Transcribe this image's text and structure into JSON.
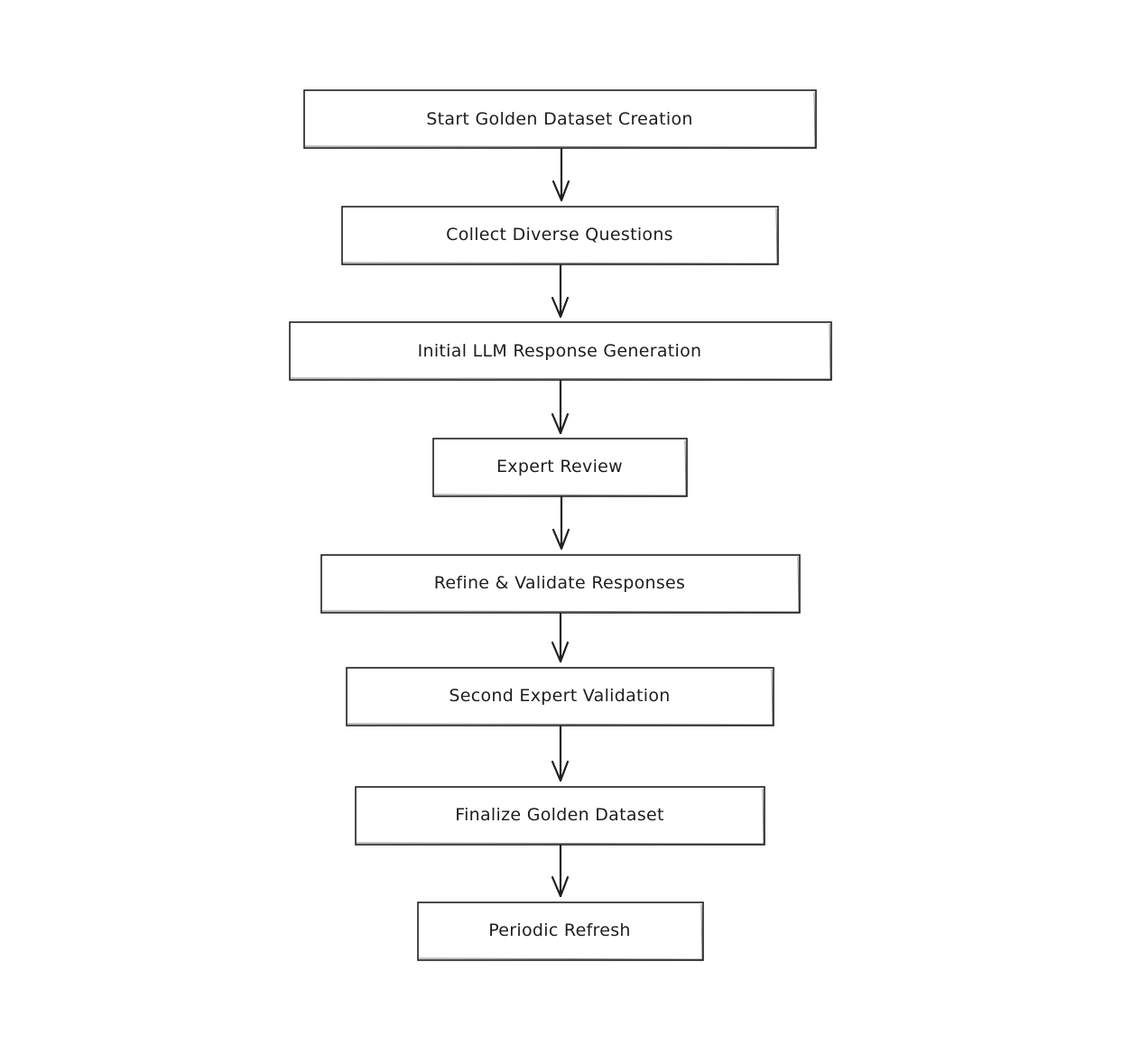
{
  "flowchart": {
    "steps": [
      {
        "id": "start",
        "label": "Start Golden Dataset Creation"
      },
      {
        "id": "collect",
        "label": "Collect Diverse Questions"
      },
      {
        "id": "initial",
        "label": "Initial LLM Response Generation"
      },
      {
        "id": "review",
        "label": "Expert Review"
      },
      {
        "id": "refine",
        "label": "Refine & Validate Responses"
      },
      {
        "id": "second",
        "label": "Second Expert Validation"
      },
      {
        "id": "finalize",
        "label": "Finalize Golden Dataset"
      },
      {
        "id": "refresh",
        "label": "Periodic Refresh"
      }
    ],
    "connections": [
      {
        "from": "start",
        "to": "collect"
      },
      {
        "from": "collect",
        "to": "initial"
      },
      {
        "from": "initial",
        "to": "review"
      },
      {
        "from": "review",
        "to": "refine"
      },
      {
        "from": "refine",
        "to": "second"
      },
      {
        "from": "second",
        "to": "finalize"
      },
      {
        "from": "finalize",
        "to": "refresh"
      }
    ],
    "colors": {
      "stroke": "#1e1e1e",
      "fill": "#ffffff",
      "background": "#ffffff"
    }
  }
}
